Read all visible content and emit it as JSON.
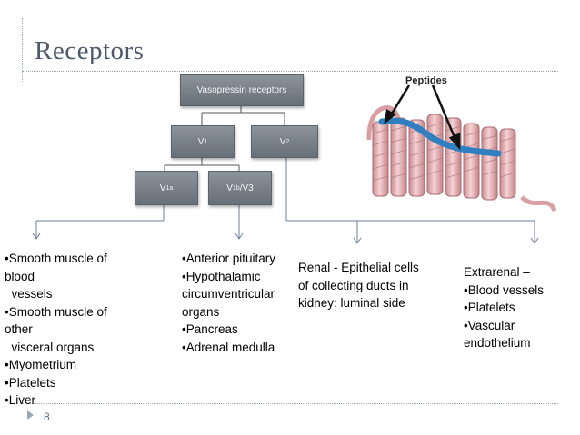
{
  "slide": {
    "title": "Receptors",
    "page_number": "8"
  },
  "diagram": {
    "root": "Vasopressin receptors",
    "v1": "V",
    "v1_sub": "1",
    "v2": "V",
    "v2_sub": "2",
    "v1a": "V",
    "v1a_sub": "1a",
    "v1b": "V",
    "v1b_sub": "1b",
    "v1b_suffix": "/V3"
  },
  "figure": {
    "peptides_label": "Peptides"
  },
  "columns": {
    "col1": [
      "•Smooth muscle of",
      "blood",
      "  vessels",
      "•Smooth muscle of",
      "other",
      "  visceral organs",
      "•Myometrium",
      "•Platelets",
      "•Liver"
    ],
    "col2": [
      "•Anterior pituitary",
      "•Hypothalamic",
      "circumventricular",
      "organs",
      "•Pancreas",
      "•Adrenal medulla"
    ],
    "col3": [
      "Renal - Epithelial cells",
      "of collecting ducts in",
      "kidney: luminal side"
    ],
    "col4": [
      "Extrarenal –",
      "•Blood vessels",
      "•Platelets",
      "•Vascular",
      "endothelium"
    ]
  },
  "colors": {
    "title": "#4c5a6c",
    "box": "#767e87",
    "helix": "#e9b5b8",
    "peptide": "#2f7fc1"
  }
}
